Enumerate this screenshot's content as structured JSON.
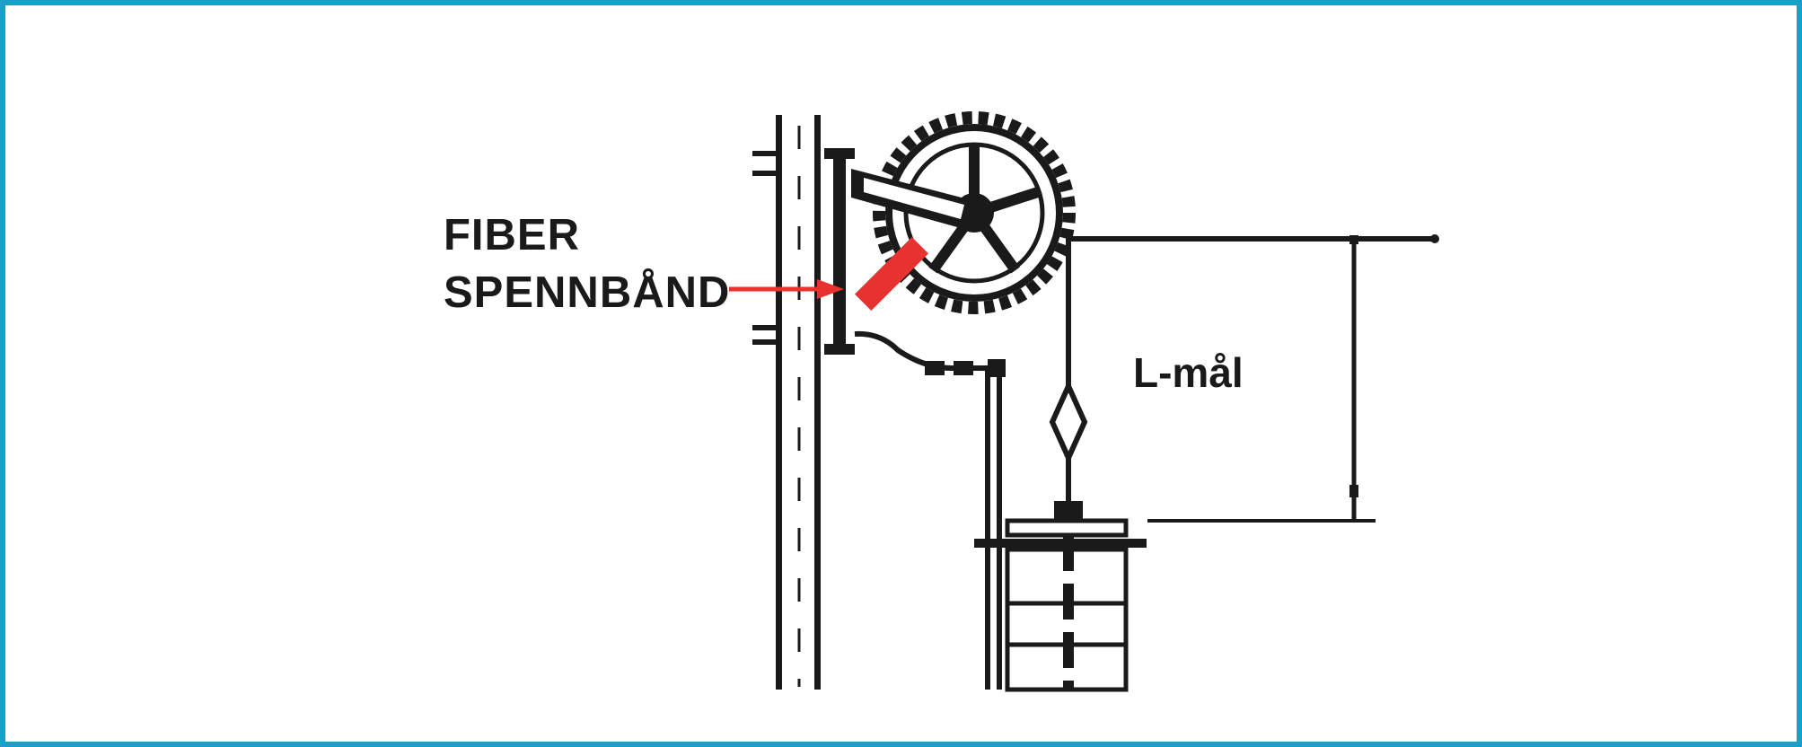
{
  "labels": {
    "fiber": "FIBER",
    "spennband": "SPENNBÅND",
    "lmaal": "L-mål"
  },
  "colors": {
    "frame_border": "#1aa0c8",
    "line": "#1a1a1a",
    "highlight": "#e8322e",
    "background": "#ffffff"
  }
}
